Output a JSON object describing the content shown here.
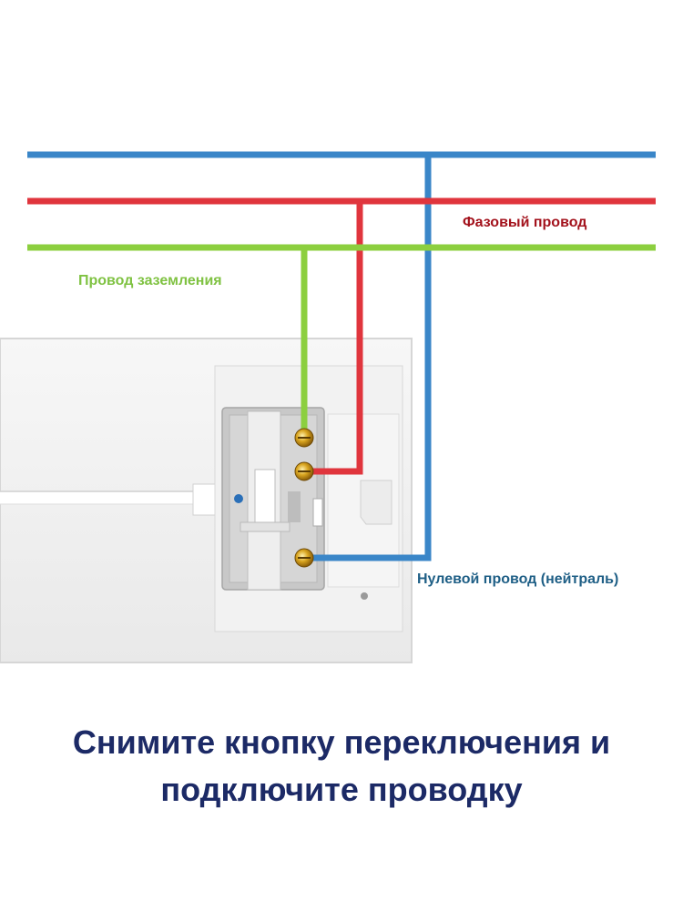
{
  "labels": {
    "phase": "Фазовый провод",
    "ground": "Провод заземления",
    "neutral": "Нулевой провод (нейтраль)"
  },
  "instruction": {
    "line1": "Снимите кнопку переключения и",
    "line2": "подключите проводку"
  },
  "colors": {
    "neutral_wire": "#3a86c8",
    "phase_wire": "#e0353d",
    "ground_wire": "#8ccf3f",
    "instruction_text": "#1c2a66"
  }
}
